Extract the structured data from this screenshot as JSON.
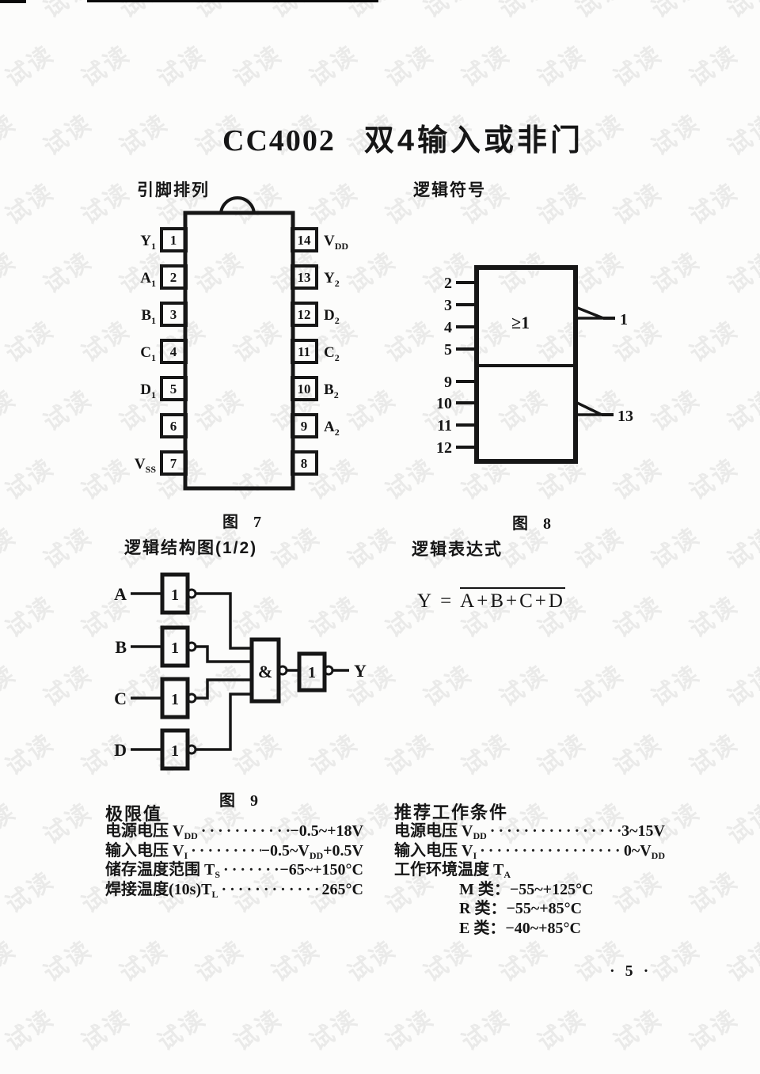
{
  "page": {
    "title_model": "CC4002",
    "title_name": "双4输入或非门",
    "page_number": "· 5 ·",
    "watermark_text": "试读"
  },
  "headings": {
    "pin_layout": "引脚排列",
    "logic_symbol": "逻辑符号",
    "logic_structure": "逻辑结构图(1/2)",
    "logic_expression": "逻辑表达式"
  },
  "figure7": {
    "caption": "图 7",
    "left_pins": [
      {
        "num": "1",
        "label": "Y",
        "sub": "1"
      },
      {
        "num": "2",
        "label": "A",
        "sub": "1"
      },
      {
        "num": "3",
        "label": "B",
        "sub": "1"
      },
      {
        "num": "4",
        "label": "C",
        "sub": "1"
      },
      {
        "num": "5",
        "label": "D",
        "sub": "1"
      },
      {
        "num": "6",
        "label": "",
        "sub": ""
      },
      {
        "num": "7",
        "label": "V",
        "sub": "SS"
      }
    ],
    "right_pins": [
      {
        "num": "14",
        "label": "V",
        "sub": "DD"
      },
      {
        "num": "13",
        "label": "Y",
        "sub": "2"
      },
      {
        "num": "12",
        "label": "D",
        "sub": "2"
      },
      {
        "num": "11",
        "label": "C",
        "sub": "2"
      },
      {
        "num": "10",
        "label": "B",
        "sub": "2"
      },
      {
        "num": "9",
        "label": "A",
        "sub": "2"
      },
      {
        "num": "8",
        "label": "",
        "sub": ""
      }
    ]
  },
  "figure8": {
    "caption": "图 8",
    "gate_label": "≥1",
    "upper_inputs": [
      "2",
      "3",
      "4",
      "5"
    ],
    "lower_inputs": [
      "9",
      "10",
      "11",
      "12"
    ],
    "upper_output": "1",
    "lower_output": "13"
  },
  "figure9": {
    "caption": "图 9",
    "input_labels": [
      "A",
      "B",
      "C",
      "D"
    ],
    "inverter_label": "1",
    "and_label": "&",
    "output_label": "Y"
  },
  "expression": {
    "lhs": "Y",
    "equals": "=",
    "overlined": "A+B+C+D"
  },
  "limits": {
    "heading": "极限值",
    "rows": [
      {
        "label": "电源电压 V",
        "sub": "DD",
        "dots": "·······································",
        "val": "−0.5~+18V",
        "val_sub": "",
        "val_post": ""
      },
      {
        "label": "输入电压 V",
        "sub": "I",
        "dots": "·······································",
        "val": "−0.5~V",
        "val_sub": "DD",
        "val_post": "+0.5V"
      },
      {
        "label": "储存温度范围 T",
        "sub": "S",
        "dots": "·······································",
        "val": "−65~+150°C",
        "val_sub": "",
        "val_post": ""
      },
      {
        "label": "焊接温度(10s)T",
        "sub": "L",
        "dots": "·······································",
        "val": "265°C",
        "val_sub": "",
        "val_post": ""
      }
    ]
  },
  "conditions": {
    "heading": "推荐工作条件",
    "rows": [
      {
        "label": "电源电压 V",
        "sub": "DD",
        "dots": "·······································",
        "val": "3~15V",
        "val_sub": "",
        "val_post": ""
      },
      {
        "label": "输入电压 V",
        "sub": "I",
        "dots": "·······································",
        "val": "0~V",
        "val_sub": "DD",
        "val_post": ""
      },
      {
        "label": "工作环境温度 T",
        "sub": "A",
        "dots": "",
        "val": "",
        "val_sub": "",
        "val_post": ""
      }
    ],
    "classes": [
      "M 类：−55~+125°C",
      "R 类：−55~+85°C",
      "E 类：−40~+85°C"
    ]
  }
}
